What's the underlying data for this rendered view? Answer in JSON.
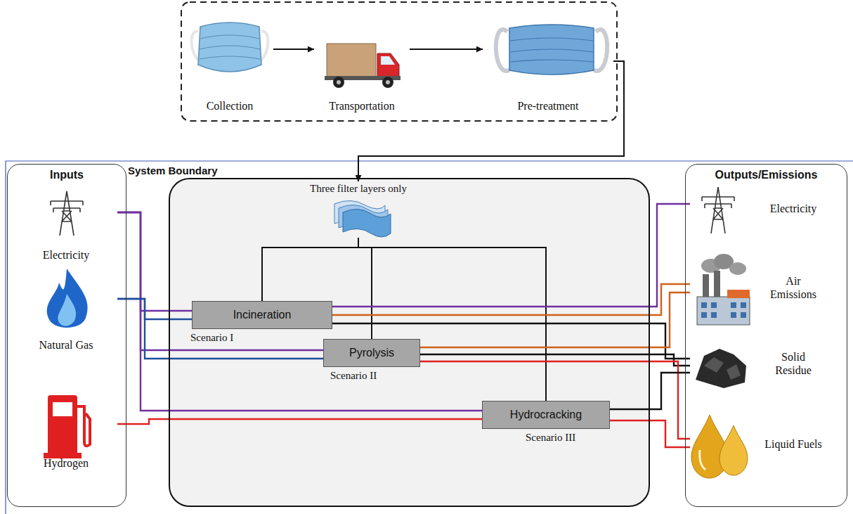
{
  "diagram": {
    "nodes": [
      {
        "text": [
          "Collection"
        ]
      },
      {
        "text": [
          "Transportation"
        ]
      },
      {
        "text": [
          "Pre-treatment"
        ]
      },
      {
        "text": [
          "Inputs"
        ]
      },
      {
        "text": [
          "Electricity"
        ],
        "in": 3
      },
      {
        "text": [
          "Natural Gas"
        ],
        "in": 3
      },
      {
        "text": [
          "Hydrogen"
        ],
        "in": 3
      },
      {
        "text": [
          "System Boundary"
        ]
      },
      {
        "text": [
          "Three filter layers only"
        ],
        "in": 7
      },
      {
        "text": [
          "Incineration",
          "Scenario I"
        ],
        "in": 7
      },
      {
        "text": [
          "Pyrolysis",
          "Scenario II"
        ],
        "in": 7
      },
      {
        "text": [
          "Hydrocracking",
          "Scenario III"
        ],
        "in": 7
      },
      {
        "text": [
          "Outputs/Emissions"
        ]
      },
      {
        "text": [
          "Electricity"
        ],
        "in": 12
      },
      {
        "text": [
          "Air Emissions"
        ],
        "in": 12
      },
      {
        "text": [
          "Solid Residue"
        ],
        "in": 12
      },
      {
        "text": [
          "Liquid Fuels"
        ],
        "in": 12
      }
    ],
    "edges": [
      {
        "from": 0,
        "to": 1,
        "arrow": "to"
      },
      {
        "from": 1,
        "to": 2,
        "arrow": "to"
      },
      {
        "from": 2,
        "to": 8,
        "arrow": "to"
      },
      {
        "from": 8,
        "to": 9,
        "arrow": "none"
      },
      {
        "from": 8,
        "to": 10,
        "arrow": "none"
      },
      {
        "from": 8,
        "to": 11,
        "arrow": "none"
      },
      {
        "from": 4,
        "to": 9,
        "arrow": "none"
      },
      {
        "from": 4,
        "to": 10,
        "arrow": "none"
      },
      {
        "from": 4,
        "to": 11,
        "arrow": "none"
      },
      {
        "from": 5,
        "to": 9,
        "arrow": "none"
      },
      {
        "from": 5,
        "to": 10,
        "arrow": "none"
      },
      {
        "from": 6,
        "to": 11,
        "arrow": "none"
      },
      {
        "from": 9,
        "to": 13,
        "arrow": "none"
      },
      {
        "from": 9,
        "to": 14,
        "arrow": "none"
      },
      {
        "from": 9,
        "to": 15,
        "arrow": "none"
      },
      {
        "from": 10,
        "to": 14,
        "arrow": "none"
      },
      {
        "from": 10,
        "to": 15,
        "arrow": "none"
      },
      {
        "from": 10,
        "to": 16,
        "arrow": "none"
      },
      {
        "from": 11,
        "to": 15,
        "arrow": "none"
      },
      {
        "from": 11,
        "to": 16,
        "arrow": "none"
      }
    ]
  }
}
